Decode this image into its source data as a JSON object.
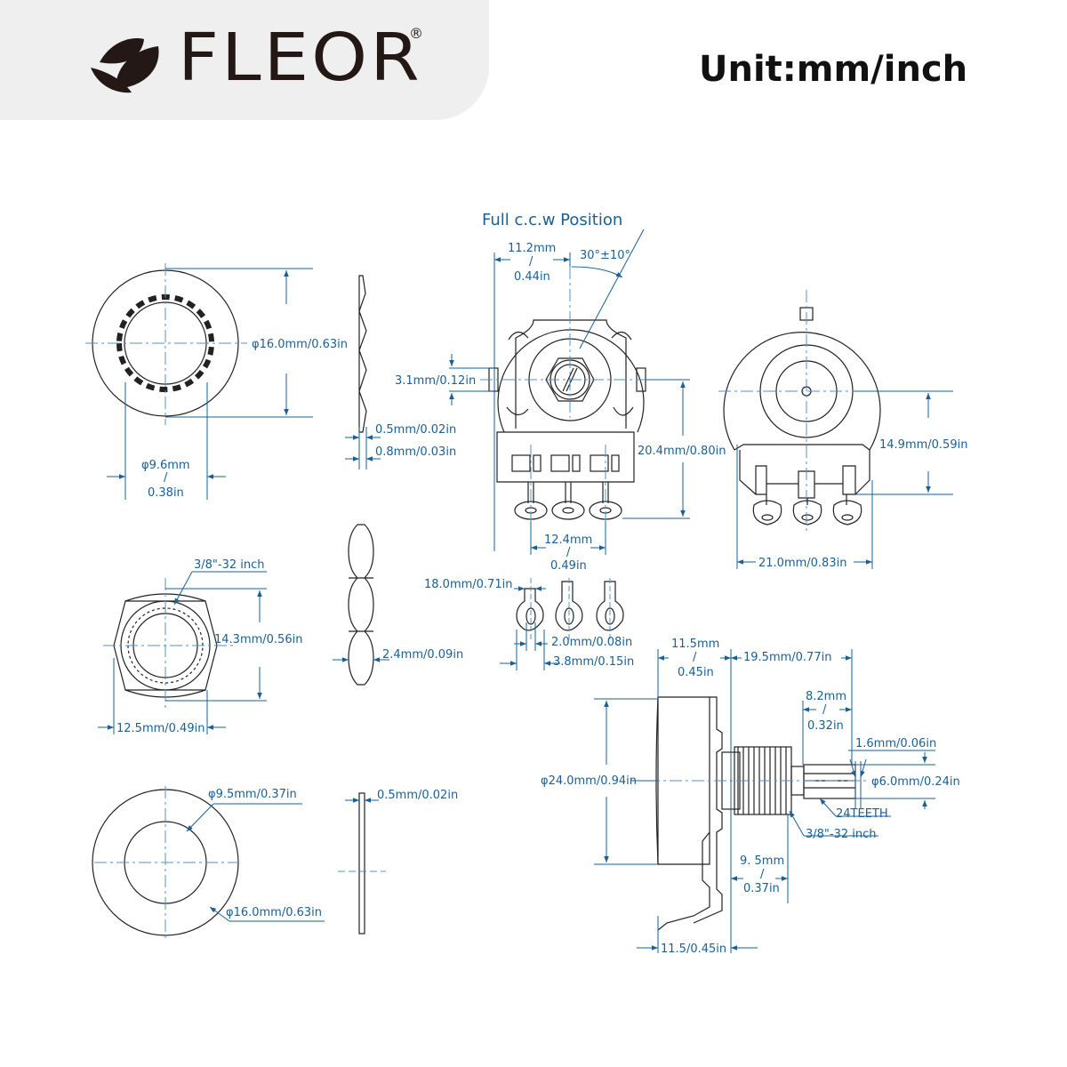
{
  "brand": {
    "name": "FLEOR",
    "registered_mark": "®"
  },
  "header": {
    "unit": "Unit:mm/inch"
  },
  "colors": {
    "dimension": "#1a5f96",
    "outline": "#222222",
    "centerline": "#5a8fc2",
    "header_bg": "#efefef"
  },
  "labels": {
    "lockwasher_outer": "φ16.0mm/0.63in",
    "lockwasher_inner_mm": "φ9.6mm",
    "lockwasher_inner_slash": "/",
    "lockwasher_inner_in": "0.38in",
    "lockwasher_thick1": "0.5mm/0.02in",
    "lockwasher_thick2": "0.8mm/0.03in",
    "ccw_title": "Full c.c.w Position",
    "angle": "30°±10°",
    "offset_mm": "11.2mm",
    "offset_slash": "/",
    "offset_in": "0.44in",
    "tab_height": "3.1mm/0.12in",
    "body_height": "20.4mm/0.80in",
    "pin_span_mm": "12.4mm",
    "pin_span_slash": "/",
    "pin_span_in": "0.49in",
    "side_height": "14.9mm/0.59in",
    "side_width": "21.0mm/0.83in",
    "nut_thread": "3/8\"-32 inch",
    "nut_across": "14.3mm/0.56in",
    "nut_width": "12.5mm/0.49in",
    "nut_thick": "2.4mm/0.09in",
    "lug_18": "18.0mm/0.71in",
    "lug_hole": "2.0mm/0.08in",
    "lug_width": "3.8mm/0.15in",
    "shaft_body_mm": "11.5mm",
    "shaft_body_slash": "/",
    "shaft_body_in": "0.45in",
    "shaft_total": "19.5mm/0.77in",
    "shaft_knurl_mm": "8.2mm",
    "shaft_knurl_slash": "/",
    "shaft_knurl_in": "0.32in",
    "shaft_slot": "1.6mm/0.06in",
    "shaft_dia": "φ6.0mm/0.24in",
    "teeth": "24TEETH",
    "bushing_thread": "3/8\"-32 inch",
    "case_dia": "φ24.0mm/0.94in",
    "bushing_len_mm": "9. 5mm",
    "bushing_len_slash": "/",
    "bushing_len_in": "0.37in",
    "bracket": "11.5/0.45in",
    "washer_inner": "φ9.5mm/0.37in",
    "washer_thick": "0.5mm/0.02in",
    "washer_outer": "φ16.0mm/0.63in"
  }
}
